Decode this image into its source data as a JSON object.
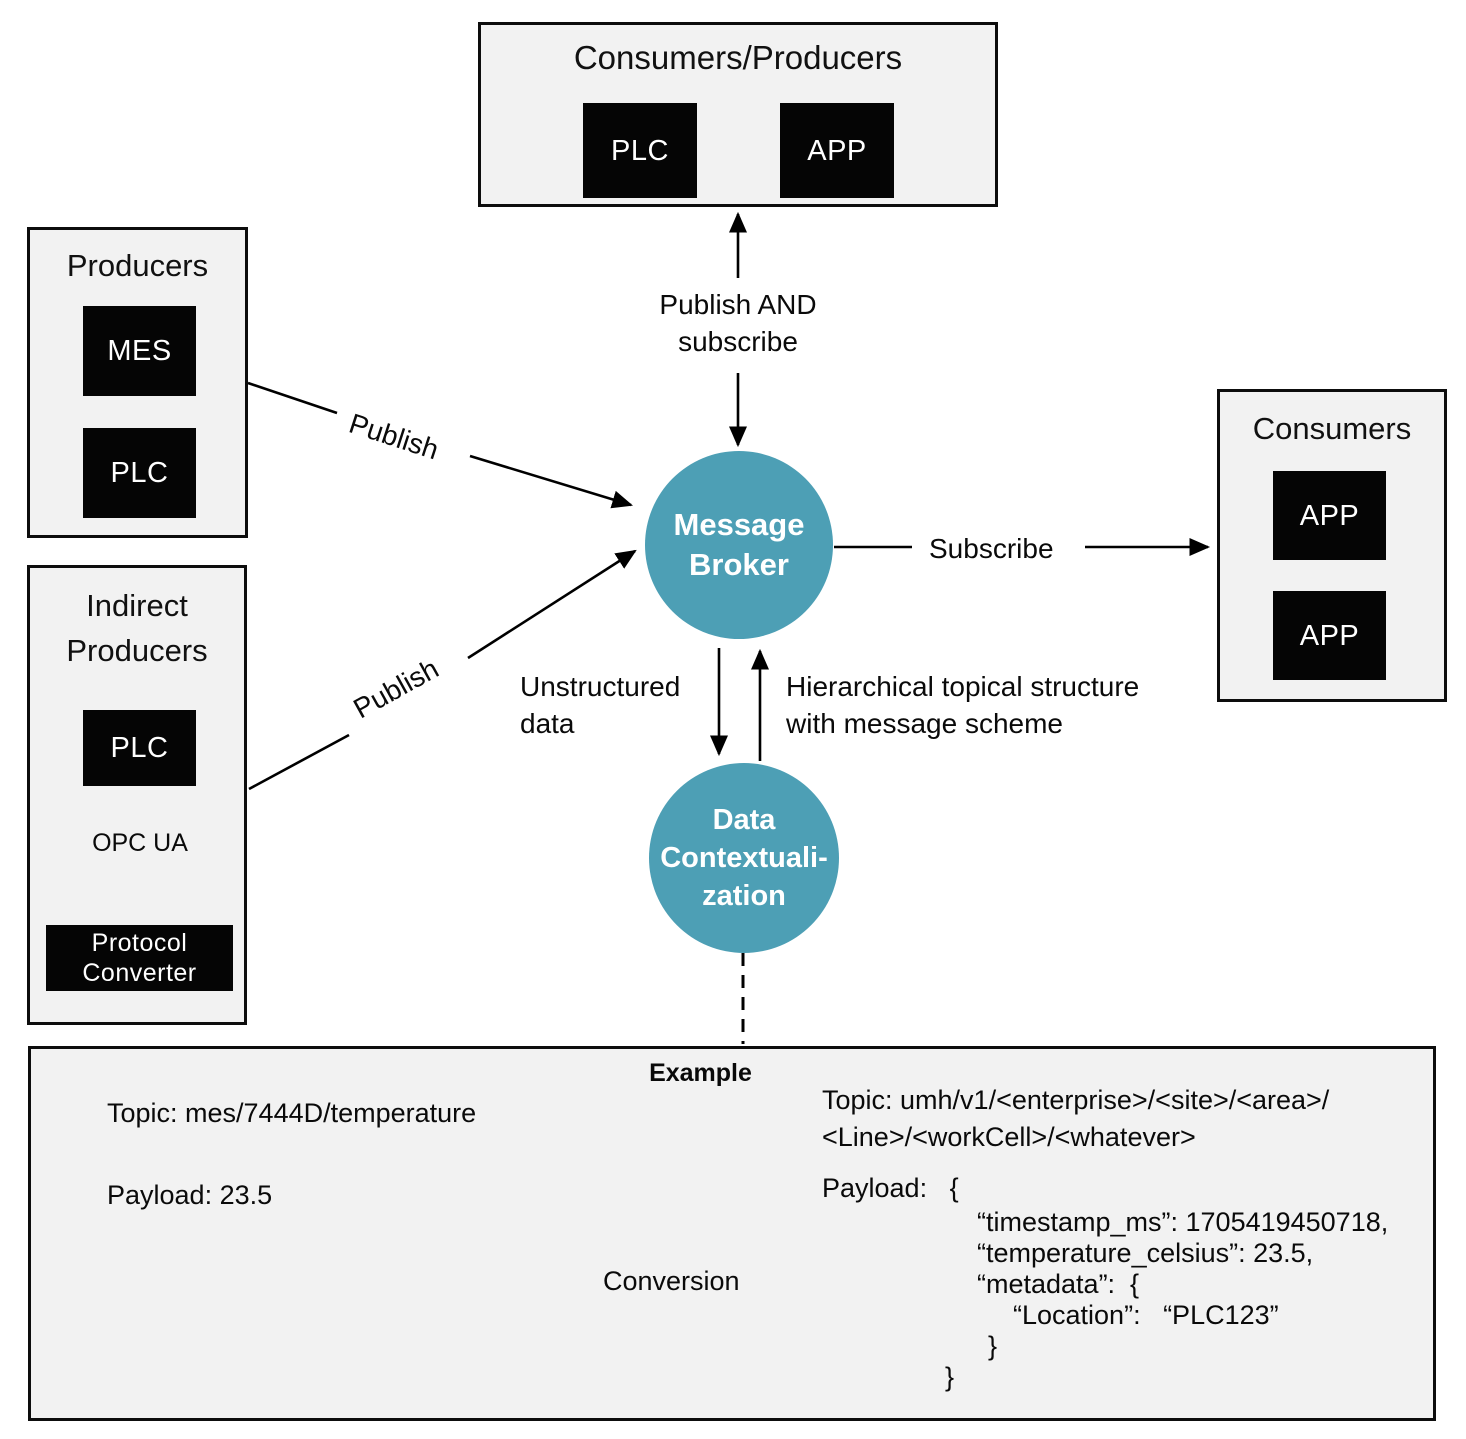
{
  "colors": {
    "node_teal": "#4d9fb5",
    "box_background": "#f2f2f2",
    "chip_background": "#050505",
    "line_black": "#000000"
  },
  "groups": {
    "consumers_producers": {
      "title": "Consumers/Producers",
      "chips": [
        "PLC",
        "APP"
      ]
    },
    "producers": {
      "title": "Producers",
      "chips": [
        "MES",
        "PLC"
      ]
    },
    "indirect_producers": {
      "title": "Indirect Producers",
      "chip": "PLC",
      "protocol_label": "OPC UA",
      "converter": "Protocol Converter"
    },
    "consumers": {
      "title": "Consumers",
      "chips": [
        "APP",
        "APP"
      ]
    }
  },
  "nodes": {
    "message_broker": [
      "Message",
      "Broker"
    ],
    "data_contextualization": [
      "Data",
      "Contextuali-",
      "zation"
    ]
  },
  "edges": {
    "publish_and_subscribe": [
      "Publish AND",
      "subscribe"
    ],
    "publish_top": "Publish",
    "publish_bottom": "Publish",
    "subscribe": "Subscribe",
    "unstructured": [
      "Unstructured",
      "data"
    ],
    "hierarchical": [
      "Hierarchical topical structure",
      "with message scheme"
    ]
  },
  "example": {
    "title": "Example",
    "left": {
      "topic": "Topic: mes/7444D/temperature",
      "payload": "Payload: 23.5"
    },
    "conversion_label": "Conversion",
    "right": {
      "topic_line1": "Topic: umh/v1/<enterprise>/<site>/<area>/",
      "topic_line2": "<Line>/<workCell>/<whatever>",
      "payload_label": "Payload:   {",
      "json_lines": [
        "“timestamp_ms”: 1705419450718,",
        "“temperature_celsius”: 23.5,",
        "“metadata”:  {"
      ],
      "location_line": "“Location”:   “PLC123”",
      "close_inner": "}",
      "close_outer": "}"
    }
  }
}
